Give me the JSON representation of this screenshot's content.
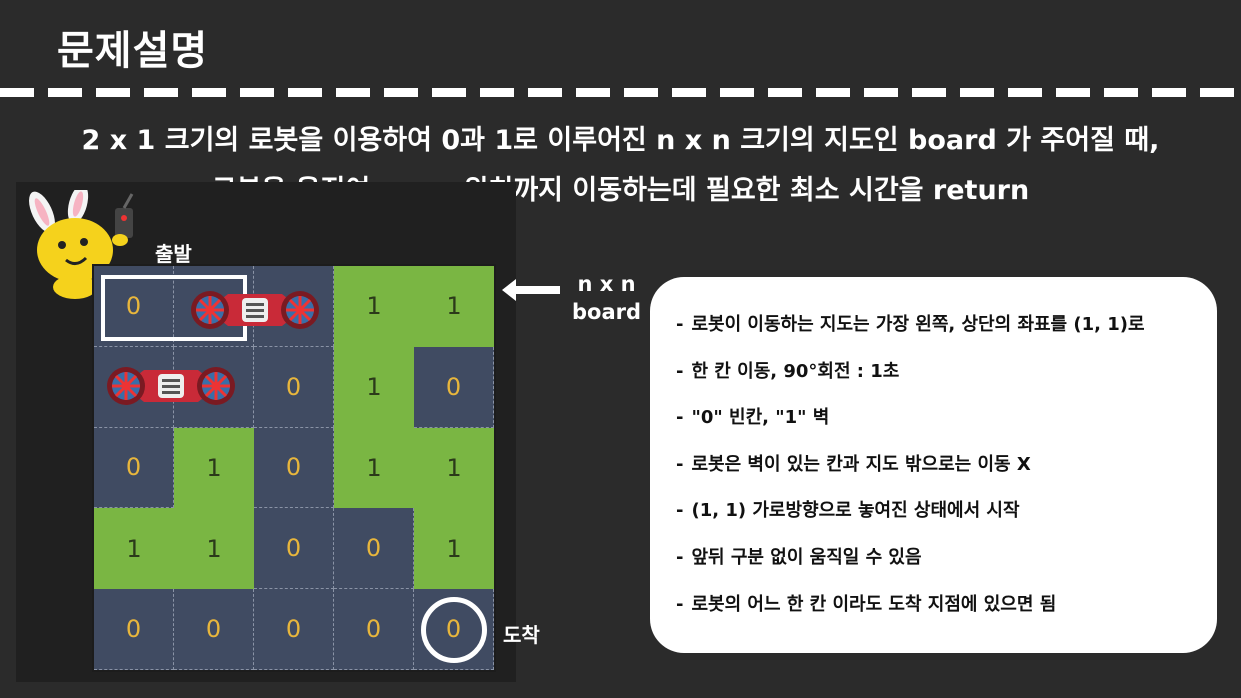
{
  "title": "문제설명",
  "subtitle_line1": "2 x 1 크기의 로봇을 이용하여 0과 1로 이루어진 n x n 크기의 지도인 board 가 주어질 때,",
  "subtitle_line2": "로봇을 움직여 n x n 위치까지 이동하는데 필요한 최소 시간을 return",
  "labels": {
    "start": "출발",
    "end": "도착",
    "board_line1": "n x n",
    "board_line2": "board"
  },
  "board": [
    [
      "0",
      "",
      "",
      "1",
      "1"
    ],
    [
      "",
      "",
      "0",
      "1",
      "0"
    ],
    [
      "0",
      "1",
      "0",
      "1",
      "1"
    ],
    [
      "1",
      "1",
      "0",
      "0",
      "1"
    ],
    [
      "0",
      "0",
      "0",
      "0",
      "0"
    ]
  ],
  "rules": [
    "로봇이 이동하는 지도는 가장 왼쪽, 상단의 좌표를 (1, 1)로",
    "한 칸 이동, 90°회전 : 1초",
    "\"0\"  빈칸,   \"1\" 벽",
    "로봇은 벽이 있는 칸과 지도 밖으로는 이동 X",
    "(1, 1) 가로방향으로 놓여진 상태에서 시작",
    "앞뒤 구분 없이 움직일 수 있음",
    "로봇의 어느 한 칸 이라도 도착 지점에 있으면 됨"
  ],
  "colors": {
    "background": "#2b2b2b",
    "empty_cell": "#404b62",
    "wall_cell": "#7ab643",
    "empty_digit": "#e8b63c"
  }
}
